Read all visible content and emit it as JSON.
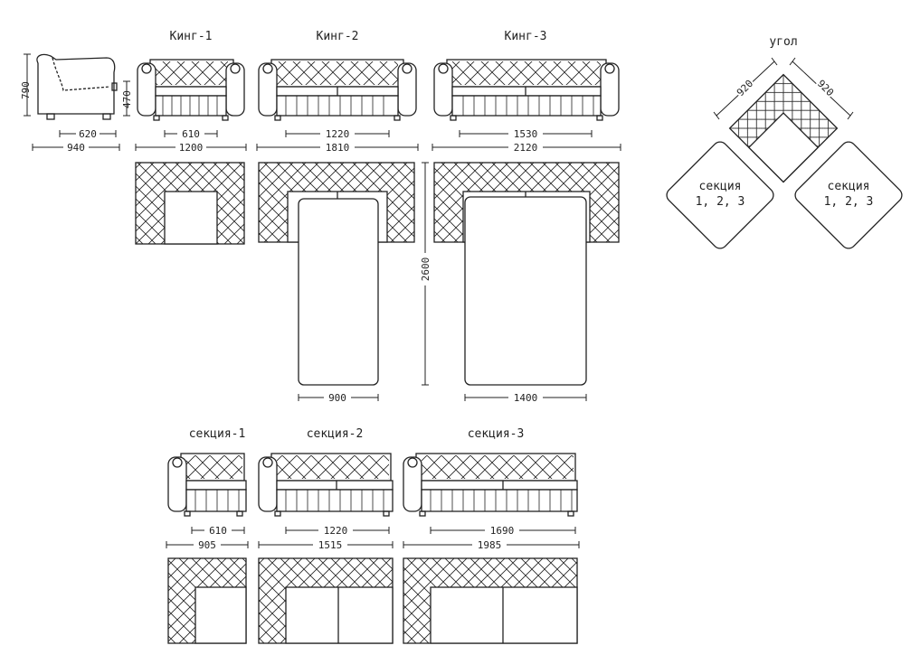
{
  "models": {
    "king1": {
      "title": "Кинг-1",
      "seat_width": "610",
      "total_width": "1200"
    },
    "king2": {
      "title": "Кинг-2",
      "seat_width": "1220",
      "total_width": "1810",
      "bed_width": "900"
    },
    "king3": {
      "title": "Кинг-3",
      "seat_width": "1530",
      "total_width": "2120",
      "bed_width": "1400"
    },
    "side": {
      "height": "790",
      "seat_height": "470",
      "seat_depth": "620",
      "total_depth": "940"
    }
  },
  "bed_length": "2600",
  "corner": {
    "title": "угол",
    "left_size": "920",
    "right_size": "920",
    "section_label_line1": "секция",
    "section_label_line2": "1, 2, 3"
  },
  "sections": {
    "s1": {
      "title": "секция-1",
      "seat_width": "610",
      "total_width": "905"
    },
    "s2": {
      "title": "секция-2",
      "seat_width": "1220",
      "total_width": "1515"
    },
    "s3": {
      "title": "секция-3",
      "seat_width": "1690",
      "total_width": "1985"
    }
  }
}
